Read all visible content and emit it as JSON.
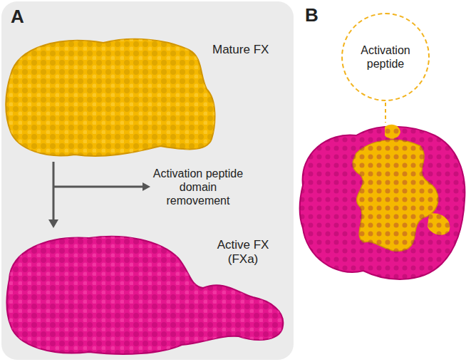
{
  "diagram": {
    "nodes": [
      {
        "text": [
          "A"
        ]
      },
      {
        "text": [
          "Mature FX"
        ],
        "in": 0
      },
      {
        "text": [
          "Active FX (FXa)"
        ],
        "in": 0
      },
      {
        "text": [
          "Activation peptide"
        ]
      }
    ],
    "edges": [
      {
        "from": 1,
        "to": 2,
        "arrow": "to"
      }
    ],
    "labels": [
      "Activation peptide domain removement",
      "B"
    ]
  }
}
